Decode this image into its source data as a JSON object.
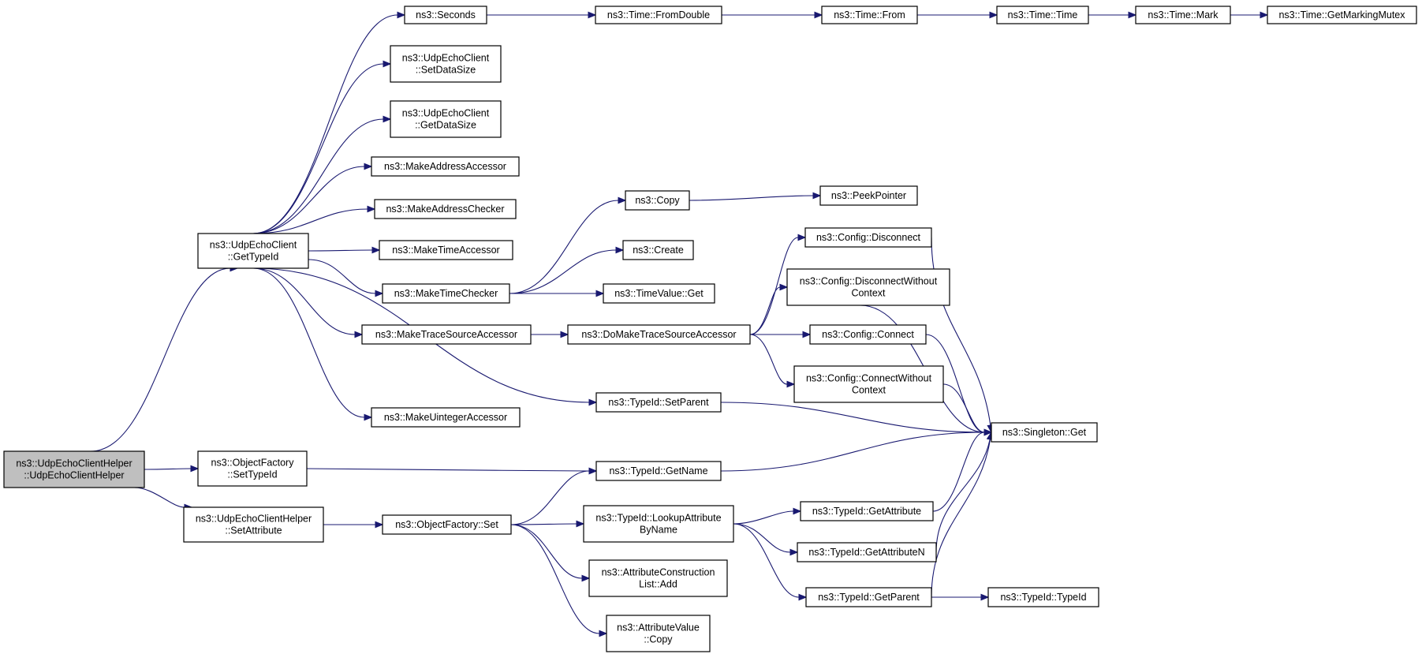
{
  "colors": {
    "edge": "#191970",
    "root_fill": "#bfbfbf",
    "node_fill": "#ffffff",
    "node_border": "#000000"
  },
  "nodes": [
    {
      "id": "root",
      "lines": [
        "ns3::UdpEchoClientHelper",
        "::UdpEchoClientHelper"
      ],
      "root": true
    },
    {
      "id": "getTypeId",
      "lines": [
        "ns3::UdpEchoClient",
        "::GetTypeId"
      ]
    },
    {
      "id": "ofSetTypeId",
      "lines": [
        "ns3::ObjectFactory",
        "::SetTypeId"
      ]
    },
    {
      "id": "helperSetAttr",
      "lines": [
        "ns3::UdpEchoClientHelper",
        "::SetAttribute"
      ]
    },
    {
      "id": "seconds",
      "lines": [
        "ns3::Seconds"
      ]
    },
    {
      "id": "setDataSize",
      "lines": [
        "ns3::UdpEchoClient",
        "::SetDataSize"
      ]
    },
    {
      "id": "getDataSize",
      "lines": [
        "ns3::UdpEchoClient",
        "::GetDataSize"
      ]
    },
    {
      "id": "makeAddrAcc",
      "lines": [
        "ns3::MakeAddressAccessor"
      ]
    },
    {
      "id": "makeAddrChk",
      "lines": [
        "ns3::MakeAddressChecker"
      ]
    },
    {
      "id": "makeTimeAcc",
      "lines": [
        "ns3::MakeTimeAccessor"
      ]
    },
    {
      "id": "makeTimeChk",
      "lines": [
        "ns3::MakeTimeChecker"
      ]
    },
    {
      "id": "makeTraceAcc",
      "lines": [
        "ns3::MakeTraceSourceAccessor"
      ]
    },
    {
      "id": "makeUintAcc",
      "lines": [
        "ns3::MakeUintegerAccessor"
      ]
    },
    {
      "id": "ofSet",
      "lines": [
        "ns3::ObjectFactory::Set"
      ]
    },
    {
      "id": "fromDouble",
      "lines": [
        "ns3::Time::FromDouble"
      ]
    },
    {
      "id": "copy",
      "lines": [
        "ns3::Copy"
      ]
    },
    {
      "id": "create",
      "lines": [
        "ns3::Create"
      ]
    },
    {
      "id": "timeValueGet",
      "lines": [
        "ns3::TimeValue::Get"
      ]
    },
    {
      "id": "doMakeTrace",
      "lines": [
        "ns3::DoMakeTraceSourceAccessor"
      ]
    },
    {
      "id": "setParent",
      "lines": [
        "ns3::TypeId::SetParent"
      ]
    },
    {
      "id": "getName",
      "lines": [
        "ns3::TypeId::GetName"
      ]
    },
    {
      "id": "lookupAttr",
      "lines": [
        "ns3::TypeId::LookupAttribute",
        "ByName"
      ]
    },
    {
      "id": "acListAdd",
      "lines": [
        "ns3::AttributeConstruction",
        "List::Add"
      ]
    },
    {
      "id": "avCopy",
      "lines": [
        "ns3::AttributeValue",
        "::Copy"
      ]
    },
    {
      "id": "timeFrom",
      "lines": [
        "ns3::Time::From"
      ]
    },
    {
      "id": "peekPointer",
      "lines": [
        "ns3::PeekPointer"
      ]
    },
    {
      "id": "cfgDisconnect",
      "lines": [
        "ns3::Config::Disconnect"
      ]
    },
    {
      "id": "cfgDisconnectWC",
      "lines": [
        "ns3::Config::DisconnectWithout",
        "Context"
      ]
    },
    {
      "id": "cfgConnect",
      "lines": [
        "ns3::Config::Connect"
      ]
    },
    {
      "id": "cfgConnectWC",
      "lines": [
        "ns3::Config::ConnectWithout",
        "Context"
      ]
    },
    {
      "id": "getAttribute",
      "lines": [
        "ns3::TypeId::GetAttribute"
      ]
    },
    {
      "id": "getAttributeN",
      "lines": [
        "ns3::TypeId::GetAttributeN"
      ]
    },
    {
      "id": "getParent",
      "lines": [
        "ns3::TypeId::GetParent"
      ]
    },
    {
      "id": "timeTime",
      "lines": [
        "ns3::Time::Time"
      ]
    },
    {
      "id": "singletonGet",
      "lines": [
        "ns3::Singleton::Get"
      ]
    },
    {
      "id": "typeIdTypeId",
      "lines": [
        "ns3::TypeId::TypeId"
      ]
    },
    {
      "id": "timeMark",
      "lines": [
        "ns3::Time::Mark"
      ]
    },
    {
      "id": "markingMutex",
      "lines": [
        "ns3::Time::GetMarkingMutex"
      ]
    }
  ],
  "edges": [
    {
      "from": "root",
      "to": "getTypeId"
    },
    {
      "from": "root",
      "to": "ofSetTypeId"
    },
    {
      "from": "root",
      "to": "helperSetAttr"
    },
    {
      "from": "getTypeId",
      "to": "seconds"
    },
    {
      "from": "getTypeId",
      "to": "setDataSize"
    },
    {
      "from": "getTypeId",
      "to": "getDataSize"
    },
    {
      "from": "getTypeId",
      "to": "makeAddrAcc"
    },
    {
      "from": "getTypeId",
      "to": "makeAddrChk"
    },
    {
      "from": "getTypeId",
      "to": "makeTimeAcc"
    },
    {
      "from": "getTypeId",
      "to": "makeTimeChk"
    },
    {
      "from": "getTypeId",
      "to": "makeTraceAcc"
    },
    {
      "from": "getTypeId",
      "to": "setParent"
    },
    {
      "from": "getTypeId",
      "to": "makeUintAcc"
    },
    {
      "from": "seconds",
      "to": "fromDouble"
    },
    {
      "from": "fromDouble",
      "to": "timeFrom"
    },
    {
      "from": "timeFrom",
      "to": "timeTime"
    },
    {
      "from": "timeTime",
      "to": "timeMark"
    },
    {
      "from": "timeMark",
      "to": "markingMutex"
    },
    {
      "from": "makeTimeChk",
      "to": "copy"
    },
    {
      "from": "makeTimeChk",
      "to": "create"
    },
    {
      "from": "makeTimeChk",
      "to": "timeValueGet"
    },
    {
      "from": "copy",
      "to": "peekPointer"
    },
    {
      "from": "makeTraceAcc",
      "to": "doMakeTrace"
    },
    {
      "from": "doMakeTrace",
      "to": "cfgDisconnect"
    },
    {
      "from": "doMakeTrace",
      "to": "cfgDisconnectWC"
    },
    {
      "from": "doMakeTrace",
      "to": "cfgConnect"
    },
    {
      "from": "doMakeTrace",
      "to": "cfgConnectWC"
    },
    {
      "from": "cfgDisconnect",
      "to": "singletonGet"
    },
    {
      "from": "cfgDisconnectWC",
      "to": "singletonGet"
    },
    {
      "from": "cfgConnect",
      "to": "singletonGet"
    },
    {
      "from": "cfgConnectWC",
      "to": "singletonGet"
    },
    {
      "from": "setParent",
      "to": "singletonGet"
    },
    {
      "from": "getName",
      "to": "singletonGet"
    },
    {
      "from": "ofSetTypeId",
      "to": "getName"
    },
    {
      "from": "helperSetAttr",
      "to": "ofSet"
    },
    {
      "from": "ofSet",
      "to": "getName"
    },
    {
      "from": "ofSet",
      "to": "lookupAttr"
    },
    {
      "from": "ofSet",
      "to": "acListAdd"
    },
    {
      "from": "ofSet",
      "to": "avCopy"
    },
    {
      "from": "lookupAttr",
      "to": "getAttribute"
    },
    {
      "from": "lookupAttr",
      "to": "getAttributeN"
    },
    {
      "from": "lookupAttr",
      "to": "getParent"
    },
    {
      "from": "getAttribute",
      "to": "singletonGet"
    },
    {
      "from": "getAttributeN",
      "to": "singletonGet"
    },
    {
      "from": "getParent",
      "to": "singletonGet"
    },
    {
      "from": "getParent",
      "to": "typeIdTypeId"
    }
  ]
}
